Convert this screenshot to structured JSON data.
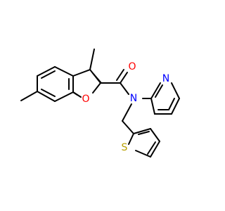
{
  "molecule": {
    "atoms": {
      "oxygen_carbonyl": "O",
      "nitrogen_amide": "N",
      "oxygen_furan": "O",
      "nitrogen_pyridine": "N",
      "sulfur_thiophene": "S"
    },
    "colors": {
      "bond": "#000000",
      "oxygen": "#ff0000",
      "nitrogen": "#0000ff",
      "sulfur": "#b8a000"
    }
  }
}
